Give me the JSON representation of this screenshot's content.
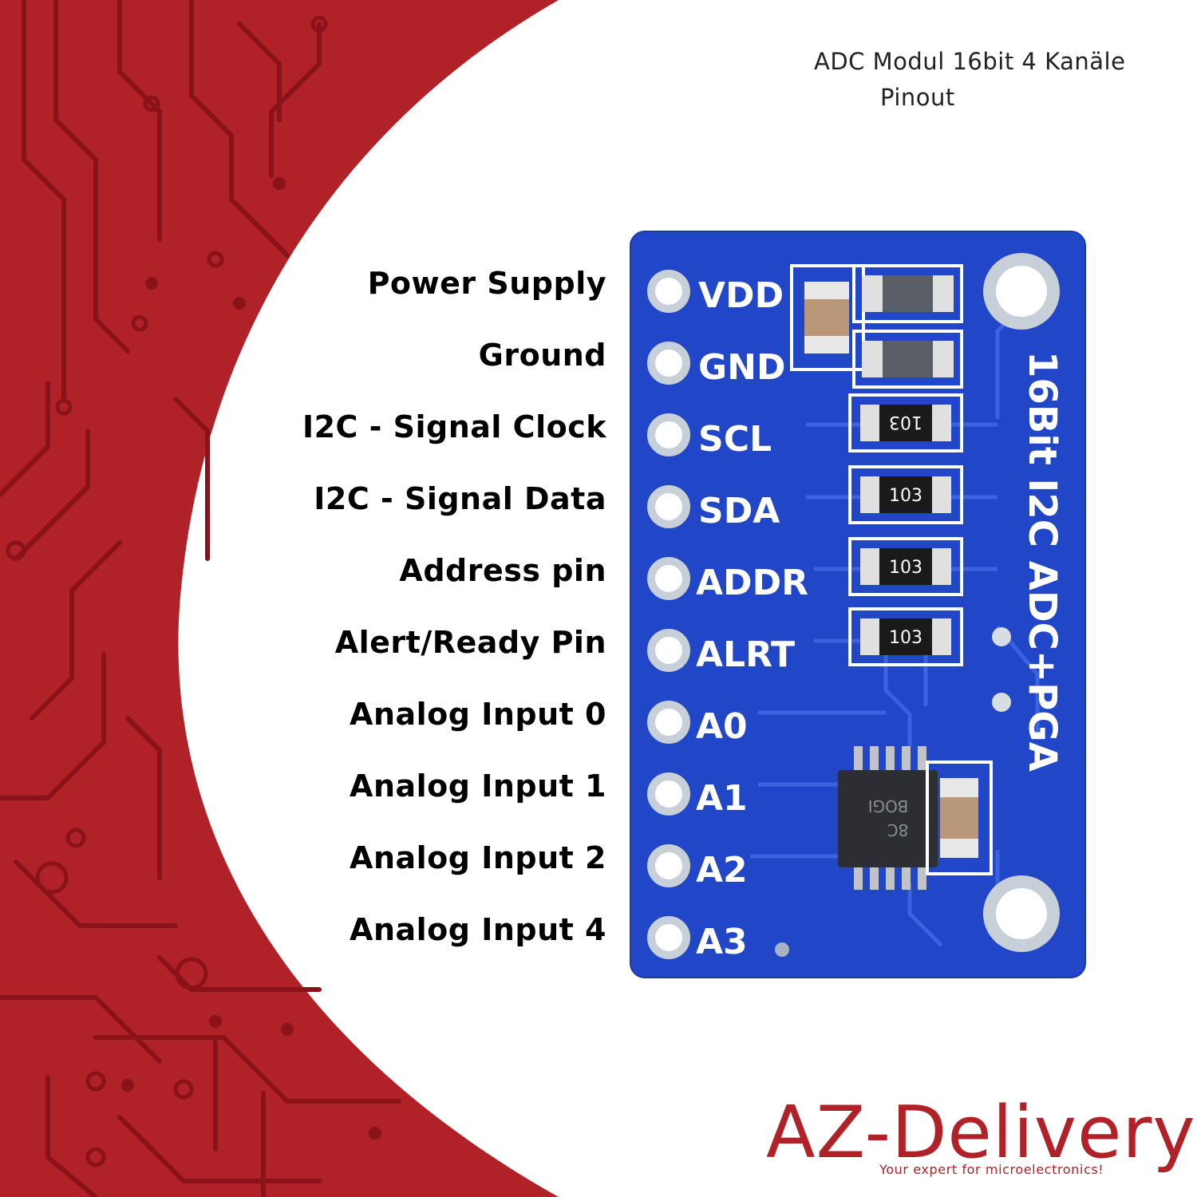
{
  "title": {
    "line1": "ADC Modul 16bit 4 Kanäle",
    "line2": "Pinout"
  },
  "pin_labels": [
    "Power Supply",
    "Ground",
    "I2C - Signal Clock",
    "I2C - Signal Data",
    "Address pin",
    "Alert/Ready Pin",
    "Analog Input 0",
    "Analog Input 1",
    "Analog Input 2",
    "Analog Input 4"
  ],
  "board": {
    "pins": [
      "VDD",
      "GND",
      "SCL",
      "SDA",
      "ADDR",
      "ALRT",
      "A0",
      "A1",
      "A2",
      "A3"
    ],
    "silkscreen": "16Bit I2C ADC+PGA",
    "resistor_code": "103",
    "chip_marking_1": "BOGI",
    "chip_marking_2": "8C"
  },
  "logo": {
    "brand": "AZ-Delivery",
    "tagline": "Your expert for microelectronics!"
  },
  "colors": {
    "red": "#b02128",
    "board_blue": "#2146c8",
    "white": "#ffffff"
  }
}
